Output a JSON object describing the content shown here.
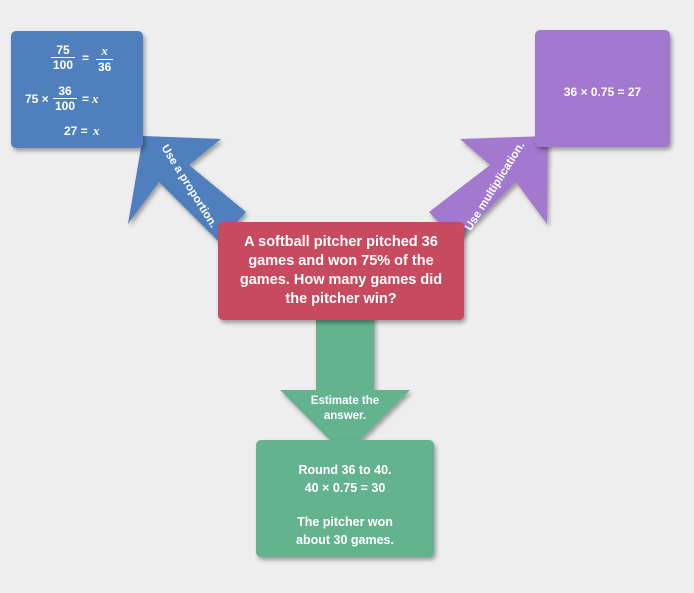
{
  "colors": {
    "background": "#eeeeee",
    "center": "#c84a5e",
    "left": "#4f7fbd",
    "right": "#a378cf",
    "bottom": "#63b38e"
  },
  "center": {
    "lines": [
      "A softball pitcher pitched 36",
      "games and won 75% of the",
      "games.  How many games did",
      "the pitcher win?"
    ]
  },
  "left": {
    "arrow_label": "Use a proportion.",
    "eq1": {
      "num_left": "75",
      "den_left": "100",
      "equals": "=",
      "num_right": "x",
      "den_right": "36"
    },
    "eq2": {
      "prefix": "75 ×",
      "num": "36",
      "den": "100",
      "equals": "=",
      "var": "x"
    },
    "eq3": {
      "value": "27 =",
      "var": "x"
    }
  },
  "right": {
    "arrow_label": "Use multiplication.",
    "text": "36 × 0.75 = 27"
  },
  "bottom": {
    "arrow_label_lines": [
      "Estimate the",
      "answer."
    ],
    "lines": [
      "Round 36 to 40.",
      "40 × 0.75 = 30",
      "",
      "The pitcher won",
      "about 30 games."
    ]
  }
}
